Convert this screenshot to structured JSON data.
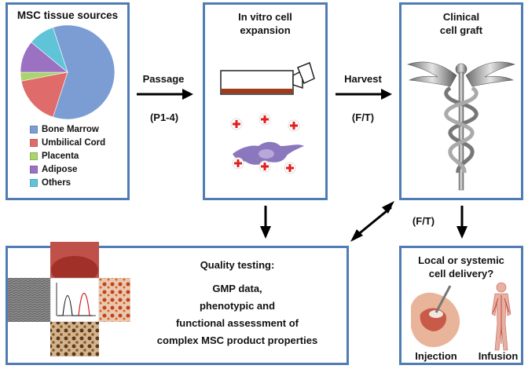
{
  "sources": {
    "title": "MSC tissue sources",
    "slices": [
      {
        "label": "Bone Marrow",
        "value": 60,
        "color": "#7b9dd3"
      },
      {
        "label": "Umbilical Cord",
        "value": 17,
        "color": "#e06b6b"
      },
      {
        "label": "Placenta",
        "value": 3,
        "color": "#a9d46f"
      },
      {
        "label": "Adipose",
        "value": 11,
        "color": "#9b72c2"
      },
      {
        "label": "Others",
        "value": 9,
        "color": "#5fc4d8"
      }
    ]
  },
  "passage": {
    "label": "Passage",
    "sub": "(P1-4)"
  },
  "expansion": {
    "title_line1": "In vitro cell",
    "title_line2": "expansion"
  },
  "harvest": {
    "label": "Harvest",
    "sub": "(F/T)"
  },
  "graft": {
    "title_line1": "Clinical",
    "title_line2": "cell graft"
  },
  "ft_label": "(F/T)",
  "quality": {
    "title": "Quality testing:",
    "lines": [
      "GMP data,",
      "phenotypic and",
      "functional assessment of",
      "complex MSC product properties"
    ]
  },
  "delivery": {
    "title_line1": "Local or systemic",
    "title_line2": "cell delivery?",
    "injection": "Injection",
    "infusion": "Infusion"
  },
  "colors": {
    "border": "#4f7db3",
    "bottle_stripe": "#a23a1a",
    "cross": "#e02020",
    "cell": "#7d68b6"
  }
}
